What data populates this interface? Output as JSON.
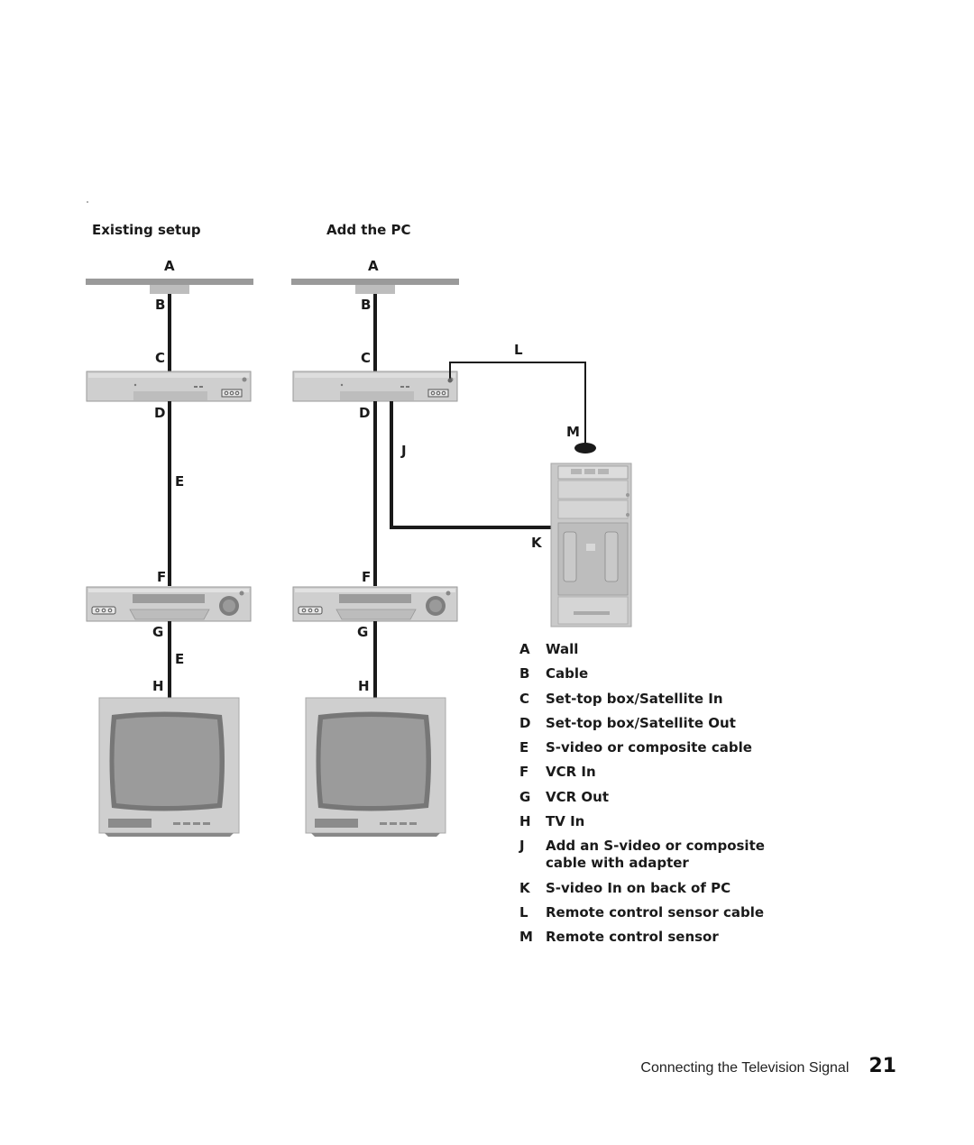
{
  "panels": {
    "existing_title": "Existing setup",
    "add_pc_title": "Add the PC"
  },
  "left_labels": {
    "a": "A",
    "b": "B",
    "c": "C",
    "d": "D",
    "e1": "E",
    "f": "F",
    "g": "G",
    "e2": "E",
    "h": "H"
  },
  "right_labels": {
    "a": "A",
    "b": "B",
    "c": "C",
    "d": "D",
    "j": "J",
    "f": "F",
    "g": "G",
    "h": "H",
    "l": "L",
    "m": "M",
    "k": "K"
  },
  "legend": [
    {
      "key": "A",
      "text": "Wall"
    },
    {
      "key": "B",
      "text": "Cable"
    },
    {
      "key": "C",
      "text": "Set-top box/Satellite In"
    },
    {
      "key": "D",
      "text": "Set-top box/Satellite Out"
    },
    {
      "key": "E",
      "text": "S-video or composite cable"
    },
    {
      "key": "F",
      "text": "VCR In"
    },
    {
      "key": "G",
      "text": "VCR Out"
    },
    {
      "key": "H",
      "text": "TV In"
    },
    {
      "key": "J",
      "text": "Add an S-video or composite cable with adapter"
    },
    {
      "key": "K",
      "text": "S-video In on back of PC"
    },
    {
      "key": "L",
      "text": "Remote control sensor cable"
    },
    {
      "key": "M",
      "text": "Remote control sensor"
    }
  ],
  "footer": {
    "section_title": "Connecting the Television Signal",
    "page_number": "21"
  }
}
